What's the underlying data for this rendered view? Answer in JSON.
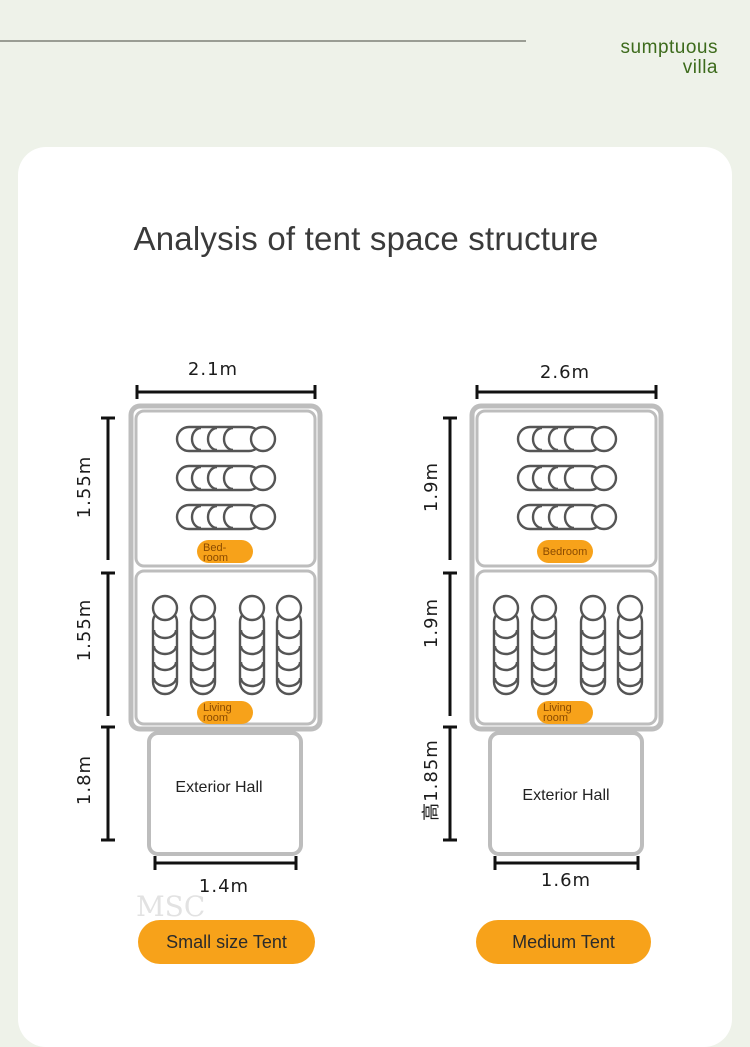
{
  "brand": {
    "line1": "sumptuous",
    "line2": "villa"
  },
  "title": "Analysis of tent space structure",
  "watermark": "MSC",
  "colors": {
    "accent": "#f7a21a",
    "brand_green": "#3d6b1c",
    "outline": "#bdbdbd",
    "background": "#eef2e9"
  },
  "tents": [
    {
      "name": "Small size Tent",
      "width": "2.1m",
      "bedroom_depth": "1.55m",
      "living_depth": "1.55m",
      "hall_depth": "1.8m",
      "hall_width": "1.4m",
      "bedroom_label": [
        "Bed-",
        "room"
      ],
      "living_label": [
        "Living",
        "room"
      ],
      "hall_label": "Exterior Hall"
    },
    {
      "name": "Medium Tent",
      "width": "2.6m",
      "bedroom_depth": "1.9m",
      "living_depth": "1.9m",
      "hall_depth": "高1.85m",
      "hall_width": "1.6m",
      "bedroom_label": [
        "Bedroom"
      ],
      "living_label": [
        "Living",
        "room"
      ],
      "hall_label": "Exterior Hall"
    }
  ]
}
